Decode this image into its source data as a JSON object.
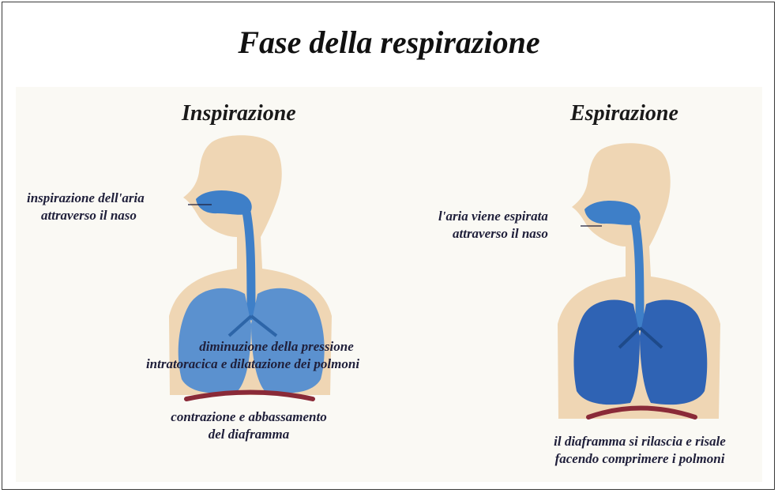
{
  "title": "Fase della respirazione",
  "panels": {
    "inspiration": {
      "heading": "Inspirazione",
      "label_air": [
        "inspirazione dell'aria",
        "attraverso il naso"
      ],
      "label_pressure": [
        "diminuzione della pressione",
        "intratoracica e dilatazione dei polmoni"
      ],
      "label_diaphragm": [
        "contrazione e abbassamento",
        "del diaframma"
      ]
    },
    "expiration": {
      "heading": "Espirazione",
      "label_air": [
        "l'aria viene espirata",
        "attraverso il naso"
      ],
      "label_diaphragm": [
        "il diaframma si rilascia e risale",
        "facendo comprimere i polmoni"
      ]
    }
  },
  "colors": {
    "skin": "#e9c9a0",
    "lung_inspiration": "#5b91cf",
    "lung_expiration": "#2f63b4",
    "airway": "#3e7fc8",
    "diaphragm": "#8a2a38",
    "text": "#1f1f3a"
  }
}
